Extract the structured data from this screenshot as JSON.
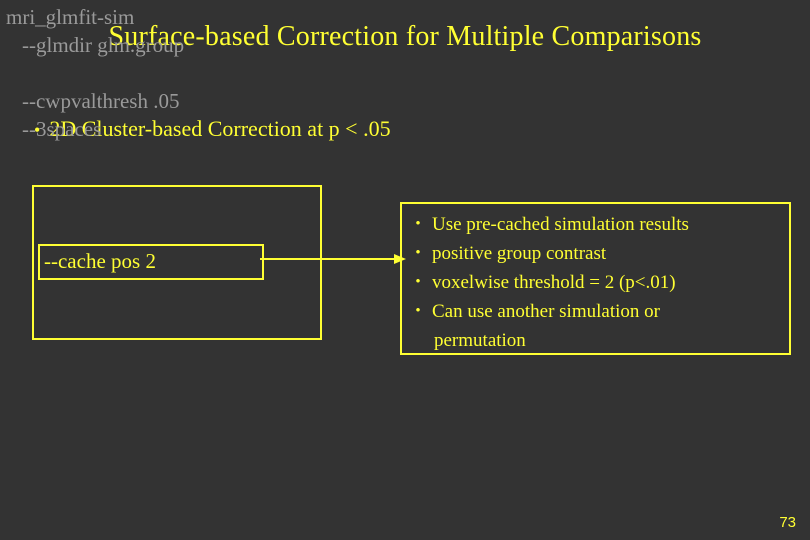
{
  "slide": {
    "background_color": "#333333",
    "accent_color": "#ffff33",
    "muted_color": "#9a9a9a",
    "title": "Surface-based Correction for Multiple Comparisons",
    "top_bullet": {
      "marker": "•",
      "text": "2D Cluster-based Correction at p < .05"
    },
    "command_box": {
      "lines": [
        {
          "text": "mri_glmfit-sim",
          "indent": false,
          "highlighted": false
        },
        {
          "text": "--glmdir glm.group",
          "indent": true,
          "highlighted": false
        },
        {
          "text": "--cache pos 2",
          "indent": true,
          "highlighted": true
        },
        {
          "text": "--cwpvalthresh .05",
          "indent": true,
          "highlighted": false
        },
        {
          "text": "--3spaces",
          "indent": true,
          "highlighted": false
        }
      ],
      "highlighted_line": "--cache pos 2"
    },
    "results_box": {
      "marker": "•",
      "items": [
        {
          "line1": "Use pre-cached simulation results",
          "line2": ""
        },
        {
          "line1": "positive group contrast",
          "line2": ""
        },
        {
          "line1": "voxelwise threshold = 2 (p<.01)",
          "line2": ""
        },
        {
          "line1": "Can use another simulation or",
          "line2": "permutation"
        }
      ]
    },
    "page_number": "73"
  }
}
